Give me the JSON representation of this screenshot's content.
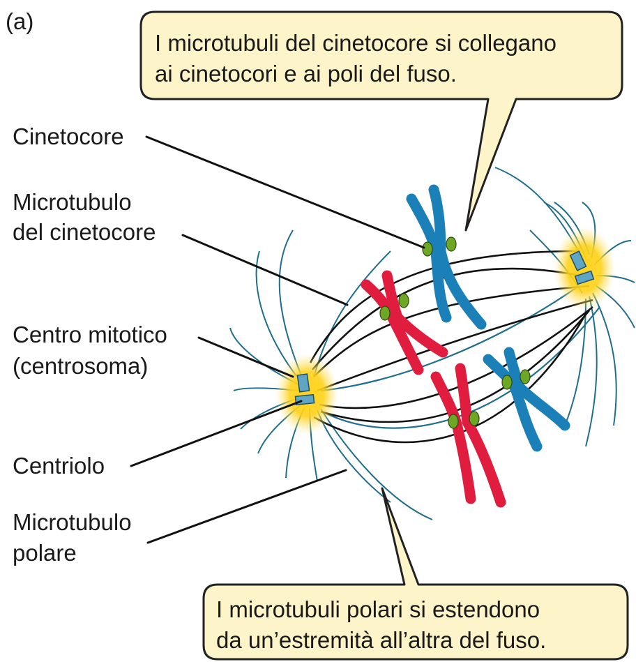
{
  "panel_letter": "(a)",
  "callout_top": {
    "line1": "I microtubuli del cinetocore si collegano",
    "line2": "ai cinetocori e ai poli del fuso."
  },
  "callout_bottom": {
    "line1": "I microtubuli polari si estendono",
    "line2": "da un’estremità all’altra del fuso."
  },
  "labels": {
    "cinetocore": "Cinetocore",
    "microtubulo_cinetocore_1": "Microtubulo",
    "microtubulo_cinetocore_2": "del cinetocore",
    "centro_mitotico_1": "Centro mitotico",
    "centro_mitotico_2": "(centrosoma)",
    "centriolo": "Centriolo",
    "microtubulo_polare_1": "Microtubulo",
    "microtubulo_polare_2": "polare"
  },
  "colors": {
    "callout_fill": "#fdf5c9",
    "callout_border": "#222222",
    "chromosome_blue": "#1b80b8",
    "chromosome_red": "#e11d3f",
    "kinetochore": "#6ea626",
    "centrosome_glow": "#ffd21a",
    "centriole": "#5fa6c4",
    "polar_microtubule": "#1f6f8b"
  }
}
